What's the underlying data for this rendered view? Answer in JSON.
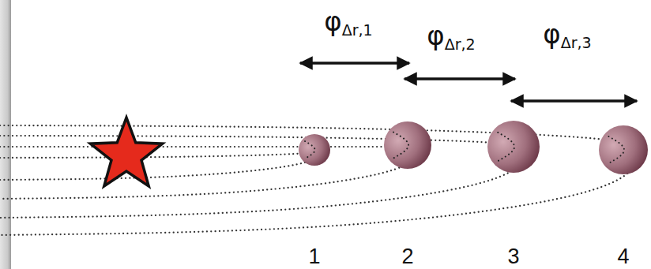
{
  "diagram": {
    "nodes": [
      {
        "text": [
          "1"
        ]
      },
      {
        "text": [
          "2"
        ]
      },
      {
        "text": [
          "3"
        ]
      },
      {
        "text": [
          "4"
        ]
      }
    ],
    "labels": [
      "φΔr,1",
      "φΔr,2",
      "φΔr,3"
    ]
  }
}
